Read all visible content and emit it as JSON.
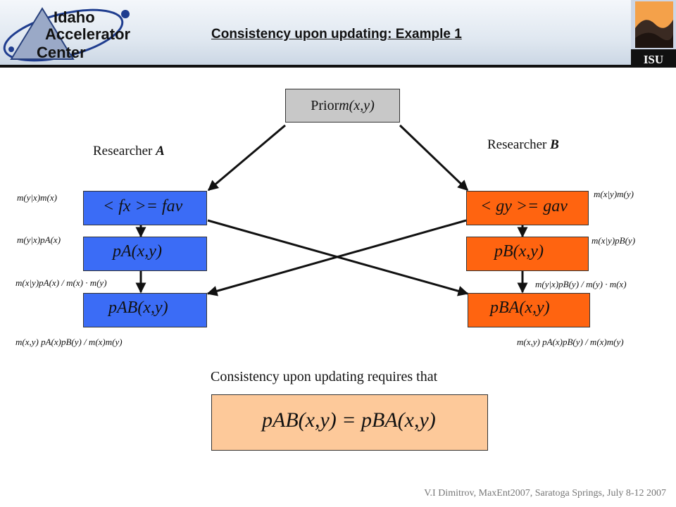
{
  "header": {
    "logo_text": [
      "Idaho",
      "Accelerator",
      "Center"
    ],
    "isu_text": "ISU",
    "title": "Consistency upon updating: Example 1"
  },
  "prior": {
    "prefix": "Prior ",
    "expr": "m(x,y)"
  },
  "researcher_a": {
    "label_prefix": "Researcher ",
    "label_letter": "A"
  },
  "researcher_b": {
    "label_prefix": "Researcher ",
    "label_letter": "B"
  },
  "boxes": {
    "a1": "< fx >= fav",
    "a2": "pA(x,y)",
    "a3": "pAB(x,y)",
    "b1": "< gy >= gav",
    "b2": "pB(x,y)",
    "b3": "pBA(x,y)"
  },
  "formulas": {
    "left1": "m(y|x)m(x)",
    "left2": "m(y|x)pA(x)",
    "left3": "m(x|y)pA(x) / m(x) · m(y)",
    "left4": "m(x,y) pA(x)pB(y) / m(x)m(y)",
    "right1": "m(x|y)m(y)",
    "right2": "m(x|y)pB(y)",
    "right3": "m(y|x)pB(y) / m(y) · m(x)",
    "right4": "m(x,y) pA(x)pB(y) / m(x)m(y)"
  },
  "consistency": {
    "label": "Consistency upon updating requires that",
    "equation": "pAB(x,y) = pBA(x,y)"
  },
  "footer": "V.I Dimitrov, MaxEnt2007, Saratoga Springs, July 8-12 2007",
  "colors": {
    "blue": "#3b6cf6",
    "orange": "#ff6410",
    "prior_gray": "#c8c8c8",
    "result_peach": "#fdc99a"
  }
}
